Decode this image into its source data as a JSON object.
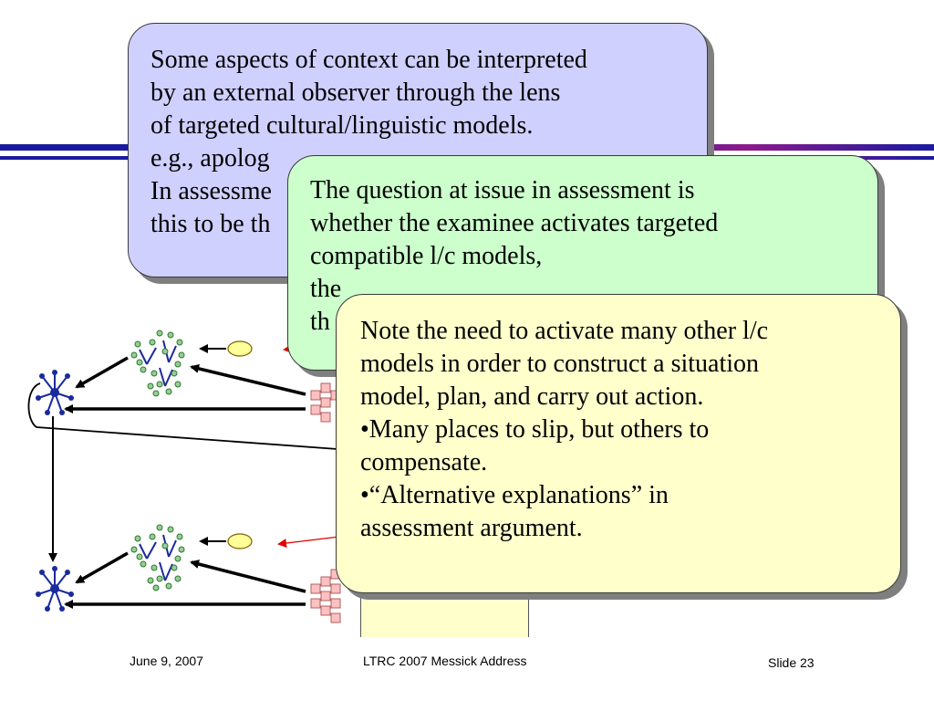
{
  "slide": {
    "box1": {
      "lines": [
        "Some aspects of context can be interpreted",
        "by an external observer through the lens",
        "of targeted cultural/linguistic models.",
        "e.g., apolog",
        "In assessme",
        "this to be th"
      ]
    },
    "box2": {
      "lines": [
        "The question at issue in assessment is",
        "whether the examinee activates targeted",
        "compatible l/c models,",
        "the",
        "th"
      ]
    },
    "box3": {
      "lines": [
        "Note the need to activate many other l/c",
        "models in order to construct a situation",
        "model, plan, and carry out action.",
        "•Many places to slip, but others to",
        "compensate.",
        "•“Alternative explanations” in",
        "assessment argument."
      ]
    },
    "footer": {
      "date": "June 9, 2007",
      "title": "LTRC 2007 Messick Address",
      "slide_number": "Slide 23"
    }
  },
  "colors": {
    "box1_fill": "#d0d0ff",
    "box2_fill": "#ccffcc",
    "box3_fill": "#ffffcc",
    "header_bar_blue": "#1a1aa0",
    "header_bar_purple": "#8b1a8b",
    "node_blue": "#1a2a9c",
    "node_green": "#2a9c2a",
    "arrow_red": "#e00000",
    "grid_pink": "#ffc0c0"
  },
  "icons": [
    "neuron-network-icon",
    "grid-network-icon",
    "ellipse-token-icon"
  ]
}
